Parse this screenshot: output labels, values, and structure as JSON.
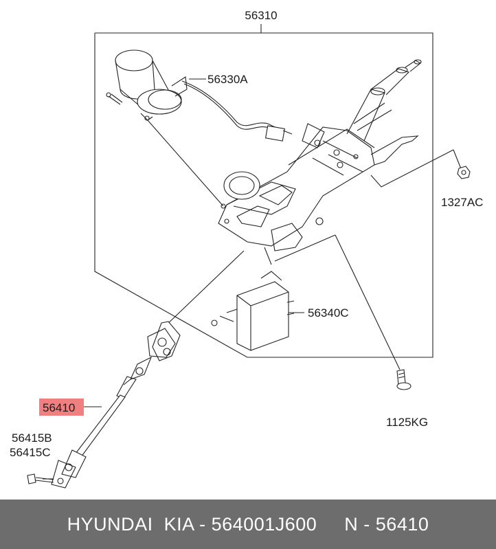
{
  "parts": {
    "steering_column_assy": "56310",
    "motor": "56330A",
    "nut": "1327AC",
    "ecu": "56340C",
    "bolt": "1125KG",
    "intermediate_shaft": "56410",
    "joint_bolt_b": "56415B",
    "joint_bolt_c": "56415C"
  },
  "highlight_color": "#f08080",
  "footer": {
    "text": "HYUNDAI  KIA - 564001J600     N - 56410"
  }
}
